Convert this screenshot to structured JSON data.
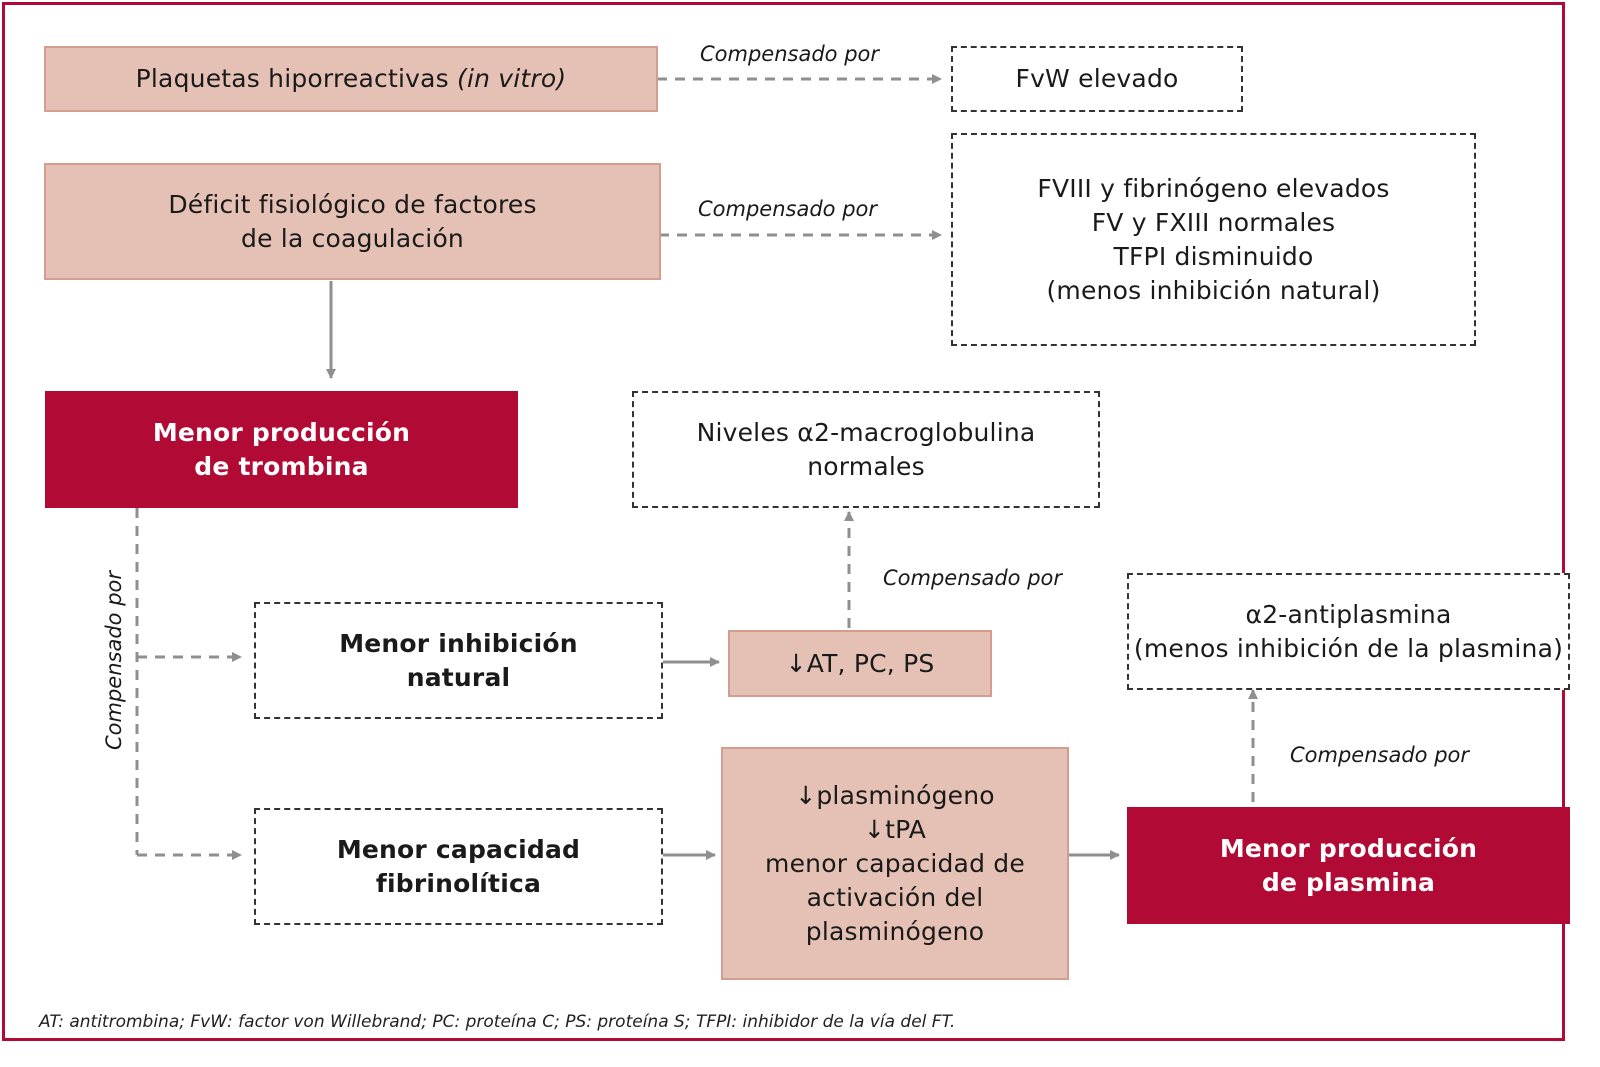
{
  "colors": {
    "frame": "#b00a35",
    "dark_red_box": "#b00a35",
    "pink_box": "#e5c1b5",
    "arrow_gray": "#8f8f8f"
  },
  "edge_label": "Compensado por",
  "nodes": {
    "plaquetas": {
      "text": "Plaquetas hiporreactivas",
      "text_italic": "(in vitro)"
    },
    "fvw": {
      "text": "FvW elevado"
    },
    "deficit": {
      "lines": [
        "Déficit fisiológico de factores",
        "de la coagulación"
      ]
    },
    "fviii": {
      "lines": [
        "FVIII y fibrinógeno elevados",
        "FV y FXIII normales",
        "TFPI disminuido",
        "(menos inhibición natural)"
      ]
    },
    "menor_trombina": {
      "lines": [
        "Menor producción",
        "de trombina"
      ]
    },
    "macroglobulina": {
      "lines": [
        "Niveles α2-macroglobulina",
        "normales"
      ]
    },
    "menor_inhibicion": {
      "lines": [
        "Menor inhibición",
        "natural"
      ]
    },
    "at_pc_ps": {
      "text": "↓AT, PC, PS"
    },
    "antiplasmina": {
      "lines": [
        "α2-antiplasmina",
        "(menos inhibición de la plasmina)"
      ]
    },
    "menor_capacidad": {
      "lines": [
        "Menor capacidad",
        "fibrinolítica"
      ]
    },
    "plasminogeno": {
      "lines": [
        "↓plasminógeno",
        "↓tPA",
        "menor capacidad de",
        "activación del",
        "plasminógeno"
      ]
    },
    "menor_plasmina": {
      "lines": [
        "Menor producción",
        "de plasmina"
      ]
    }
  },
  "edges": [
    {
      "from": "plaquetas",
      "to": "fvw",
      "style": "dashed",
      "label": "Compensado por"
    },
    {
      "from": "deficit",
      "to": "fviii",
      "style": "dashed",
      "label": "Compensado por"
    },
    {
      "from": "deficit",
      "to": "menor_trombina",
      "style": "solid"
    },
    {
      "from": "menor_trombina",
      "to": "menor_inhibicion",
      "style": "dashed",
      "label": "Compensado por"
    },
    {
      "from": "menor_trombina",
      "to": "menor_capacidad",
      "style": "dashed",
      "label": "Compensado por"
    },
    {
      "from": "menor_inhibicion",
      "to": "at_pc_ps",
      "style": "solid"
    },
    {
      "from": "at_pc_ps",
      "to": "macroglobulina",
      "style": "dashed",
      "label": "Compensado por"
    },
    {
      "from": "menor_capacidad",
      "to": "plasminogeno",
      "style": "solid"
    },
    {
      "from": "plasminogeno",
      "to": "menor_plasmina",
      "style": "solid"
    },
    {
      "from": "menor_plasmina",
      "to": "antiplasmina",
      "style": "dashed",
      "label": "Compensado por"
    }
  ],
  "footnote": "AT: antitrombina; FvW: factor von Willebrand; PC: proteína C; PS: proteína S; TFPI: inhibidor de la vía del FT."
}
